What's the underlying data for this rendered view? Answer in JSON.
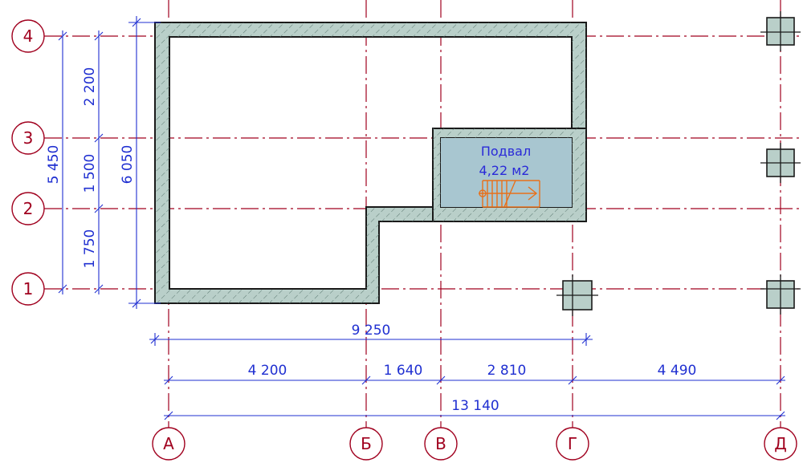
{
  "axes": {
    "vertical": [
      "А",
      "Б",
      "В",
      "Г",
      "Д"
    ],
    "horizontal": [
      "1",
      "2",
      "3",
      "4"
    ]
  },
  "dimensions": {
    "top_overall": "9 250",
    "bottom_segments": [
      "4 200",
      "1 640",
      "2 810",
      "4 490"
    ],
    "bottom_overall": "13 140",
    "left_segments": [
      "1 750",
      "1 500",
      "2 200"
    ],
    "left_overall_inner": "5 450",
    "left_overall_outer": "6 050"
  },
  "room": {
    "name": "Подвал",
    "area": "4,22 м2"
  },
  "colors": {
    "grid": "#a0001e",
    "wall": "#b9cfc9",
    "dimension": "#1f2fd1",
    "room_fill": "#a8c6d0",
    "stair": "#e8701a"
  }
}
